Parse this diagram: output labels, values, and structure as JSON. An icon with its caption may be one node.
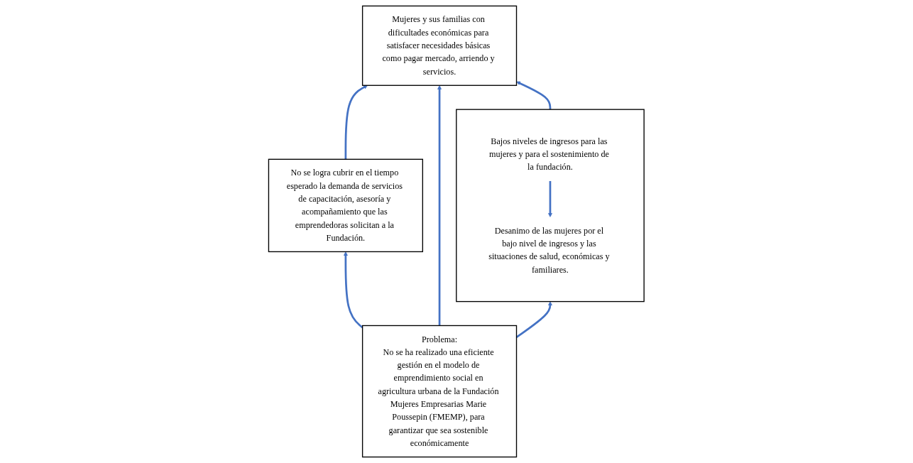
{
  "diagram": {
    "nodes": [
      {
        "text": [],
        "shape": "box"
      },
      {
        "text": [
          "Desanimo de las mujeres por el bajo nivel de ingresos y las situaciones de salud, económicas y familiares."
        ],
        "in": 0
      },
      {
        "text": [
          "Bajos niveles de ingresos para las mujeres y para el sostenimiento de la fundación."
        ],
        "in": 0
      },
      {
        "text": [
          "Mujeres y sus familias con dificultades económicas para satisfacer necesidades básicas como pagar mercado, arriendo y servicios."
        ]
      },
      {
        "text": [
          "No se logra cubrir en el tiempo esperado la demanda de servicios de capacitación, asesoría y acompañamiento que las emprendedoras solicitan a la Fundación."
        ]
      },
      {
        "text": [
          "Problema:",
          "No se ha realizado una eficiente gestión en el modelo de emprendimiento social en agricultura urbana de la Fundación Mujeres Empresarias Marie Poussepin (FMEMP), para garantizar que sea sostenible económicamente"
        ]
      }
    ],
    "edges": [
      {
        "from": 2,
        "to": 1,
        "arrow": "to"
      },
      {
        "from": 0,
        "to": 3,
        "arrow": "to"
      },
      {
        "from": 4,
        "to": 3,
        "arrow": "to"
      },
      {
        "from": 5,
        "to": 0,
        "arrow": "to"
      },
      {
        "from": 5,
        "to": 3,
        "arrow": "to"
      },
      {
        "from": 5,
        "to": 4,
        "arrow": "to"
      }
    ]
  }
}
